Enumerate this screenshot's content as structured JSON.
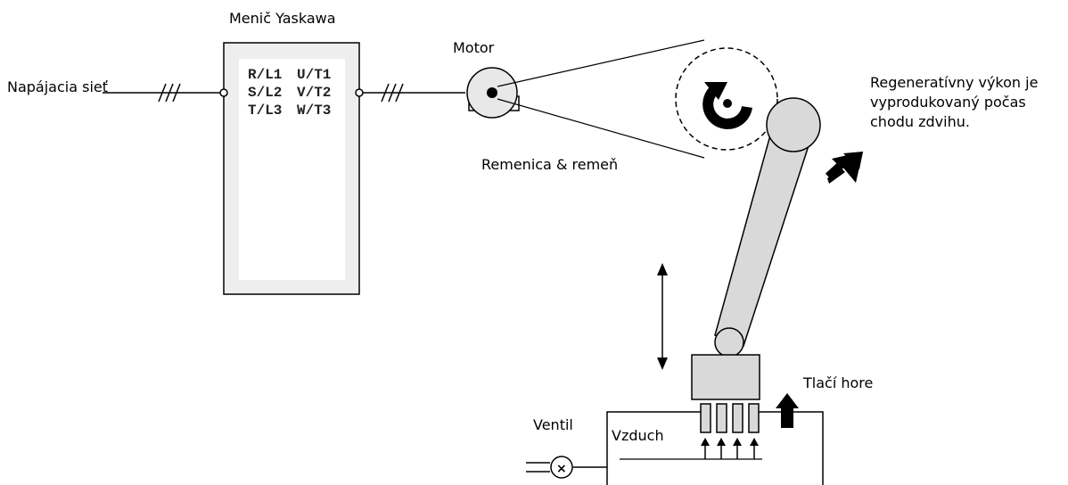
{
  "labels": {
    "inverter_title": "Menič Yaskawa",
    "power_supply": "Napájacia sieť",
    "motor": "Motor",
    "pulley_belt": "Remenica & remeň",
    "regen_line1": "Regeneratívny výkon je",
    "regen_line2": "vyprodukovaný počas",
    "regen_line3": "chodu zdvihu.",
    "push_up": "Tlačí hore",
    "valve": "Ventil",
    "air": "Vzduch"
  },
  "terminals": {
    "input": [
      "R/L1",
      "S/L2",
      "T/L3"
    ],
    "output": [
      "U/T1",
      "V/T2",
      "W/T3"
    ]
  },
  "colors": {
    "line": "#000000",
    "arm_fill": "#d9d9d9",
    "panel_fill": "#f0f0f0",
    "arrow_fill": "#000000"
  }
}
